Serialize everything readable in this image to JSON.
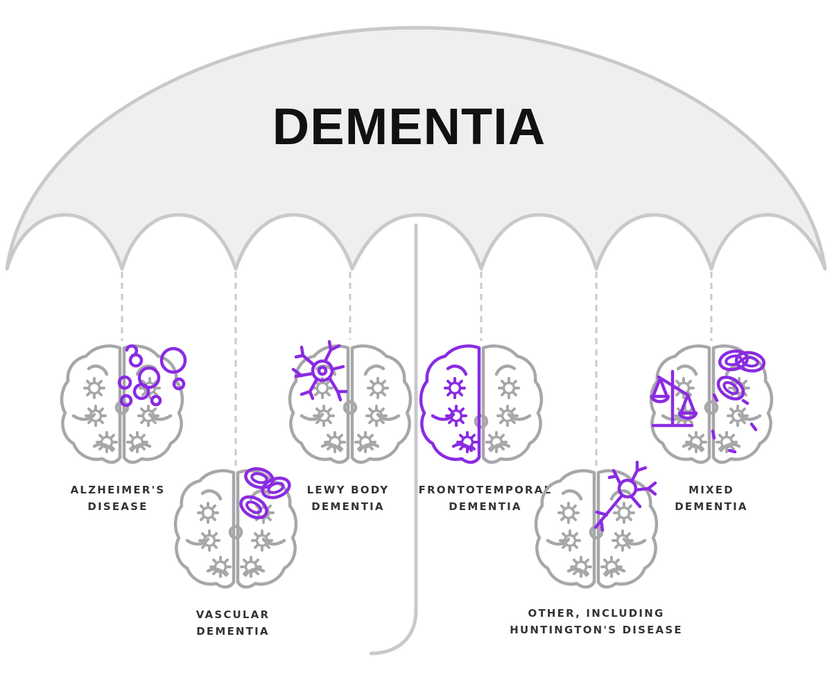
{
  "title": "DEMENTIA",
  "colors": {
    "accent": "#8a2be2",
    "brain_outline": "#a7a7aa",
    "umbrella_fill": "#efeff1",
    "umbrella_stroke": "#c9c9cc",
    "text": "#111111"
  },
  "types": [
    {
      "icon": "brain-amyloid-plaques-icon",
      "lines": [
        "ALZHEIMER'S",
        "DISEASE"
      ]
    },
    {
      "icon": "brain-blood-cells-icon",
      "lines": [
        "VASCULAR",
        "DEMENTIA"
      ]
    },
    {
      "icon": "brain-neuron-icon",
      "lines": [
        "LEWY BODY",
        "DEMENTIA"
      ]
    },
    {
      "icon": "brain-frontal-lobe-icon",
      "lines": [
        "FRONTOTEMPORAL",
        "DEMENTIA"
      ]
    },
    {
      "icon": "brain-neuron-axon-icon",
      "lines": [
        "OTHER, INCLUDING",
        "HUNTINGTON'S DISEASE"
      ]
    },
    {
      "icon": "brain-scale-cells-icon",
      "lines": [
        "MIXED",
        "DEMENTIA"
      ]
    }
  ]
}
